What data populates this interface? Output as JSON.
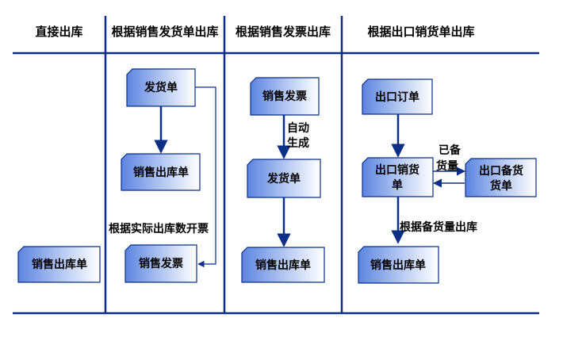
{
  "columns": [
    {
      "header": "直接出库"
    },
    {
      "header": "根据销售发货单出库"
    },
    {
      "header": "根据销售发票出库"
    },
    {
      "header": "根据出口销货单出库"
    }
  ],
  "nodes": {
    "direct_outbound": "销售出库单",
    "c2_delivery": "发货单",
    "c2_outbound": "销售出库单",
    "c2_invoice": "销售发票",
    "c3_invoice": "销售发票",
    "c3_delivery": "发货单",
    "c3_outbound": "销售出库单",
    "c4_order": "出口订单",
    "c4_sales_line1": "出口销货",
    "c4_sales_line2": "单",
    "c4_stock_line1": "出口备货",
    "c4_stock_line2": "货单",
    "c4_outbound": "销售出库单"
  },
  "edge_labels": {
    "invoice_by_actual": "根据实际出库数开票",
    "auto_gen_line1": "自动",
    "auto_gen_line2": "生成",
    "prepared_line1": "已备",
    "prepared_line2": "货量",
    "by_stock_qty": "根据备货量出库"
  },
  "colors": {
    "line": "#0b2f86",
    "box_dark": "#5c84e0",
    "box_light": "#ffffff",
    "box_border": "#0b2f86"
  }
}
